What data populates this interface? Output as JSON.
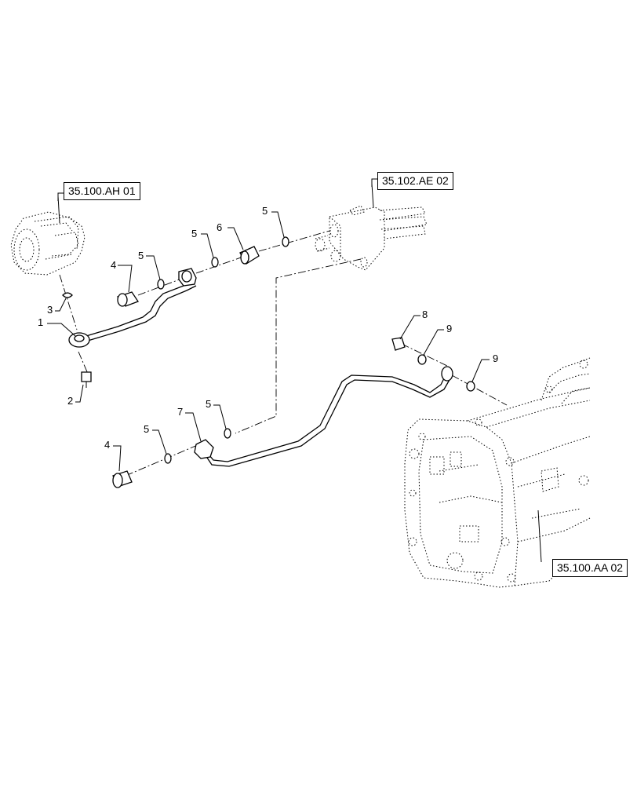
{
  "references": {
    "pump": "35.100.AH 01",
    "valve": "35.102.AE 02",
    "transmission": "35.100.AA 02"
  },
  "callouts": {
    "c1": "1",
    "c2": "2",
    "c3": "3",
    "c4_upper": "4",
    "c5_upper_left": "5",
    "c5_upper_mid": "5",
    "c6": "6",
    "c5_upper_right": "5",
    "c8": "8",
    "c9_upper": "9",
    "c9_right": "9",
    "c7": "7",
    "c5_lower_mid": "5",
    "c5_lower_left": "5",
    "c4_lower": "4"
  }
}
